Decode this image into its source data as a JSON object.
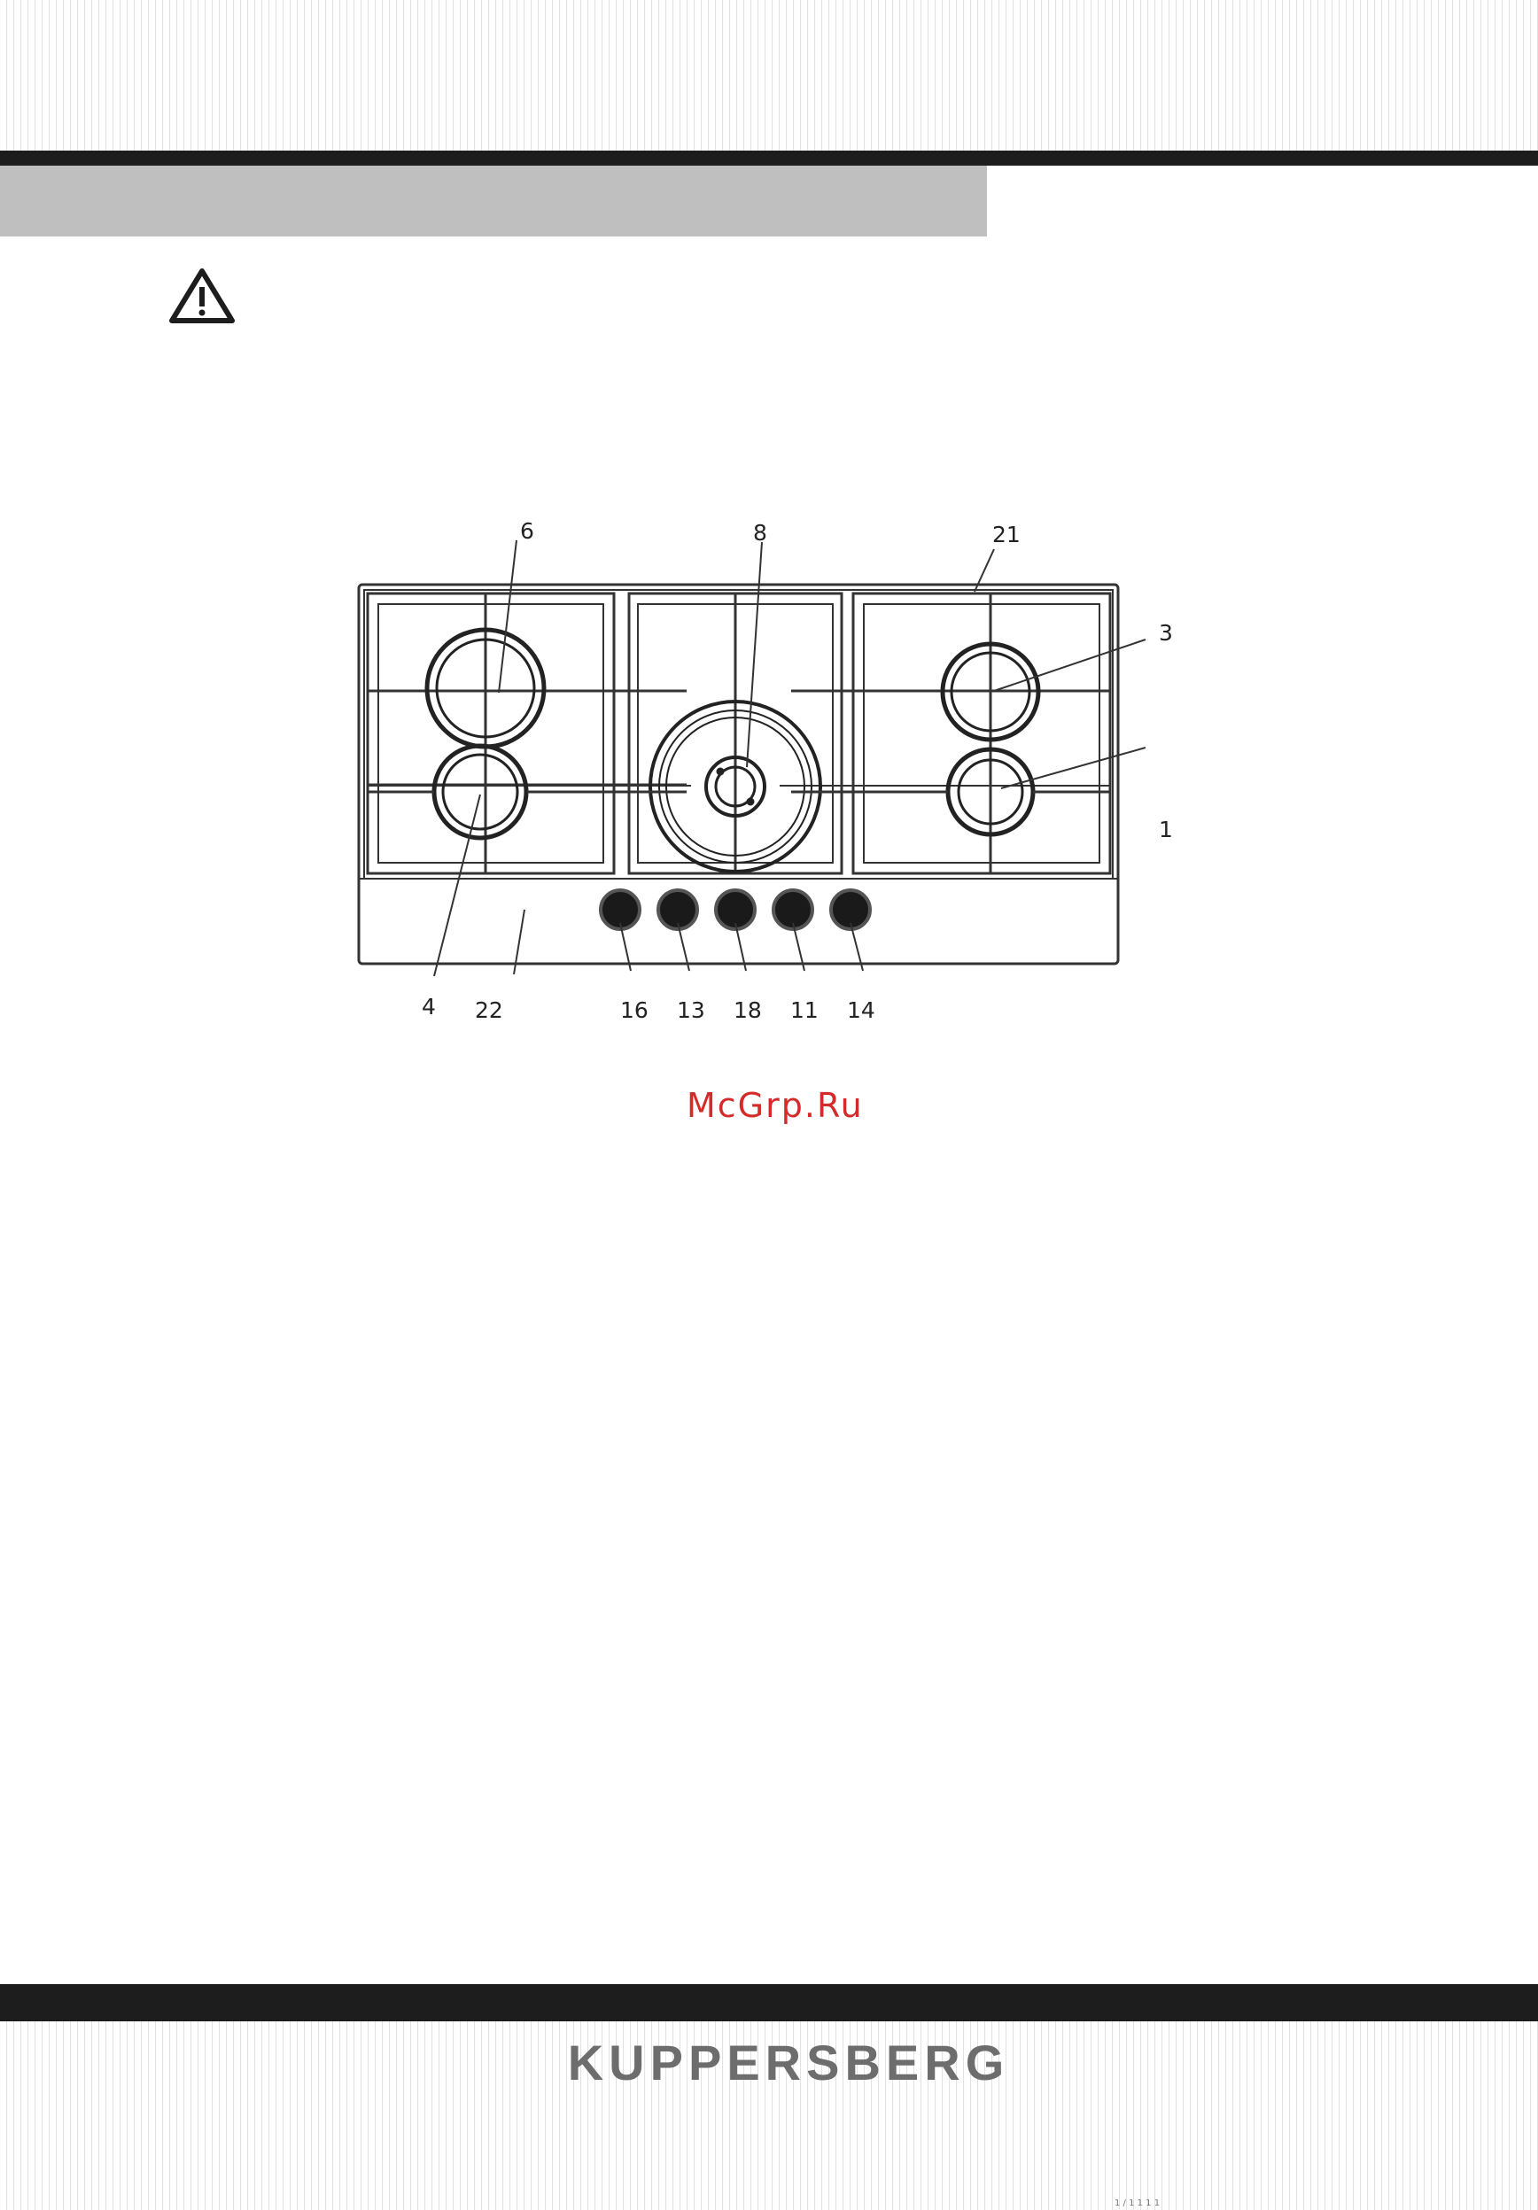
{
  "header": {
    "section_title": ""
  },
  "warning": {
    "icon": "warning-triangle-icon"
  },
  "diagram": {
    "callouts": {
      "c6": "6",
      "c8": "8",
      "c21": "21",
      "c3": "3",
      "c1": "1",
      "c4": "4",
      "c22": "22",
      "c16": "16",
      "c13": "13",
      "c18": "18",
      "c11": "11",
      "c14": "14"
    }
  },
  "watermark": "McGrp.Ru",
  "footer": {
    "brand": "KUPPERSBERG",
    "fine_print": "1 / 1 1 1 1"
  },
  "colors": {
    "dark_bar": "#1d1d1d",
    "grey_band": "#bfbfbf",
    "watermark": "#d42a2a",
    "brand": "#6d6d6d"
  }
}
